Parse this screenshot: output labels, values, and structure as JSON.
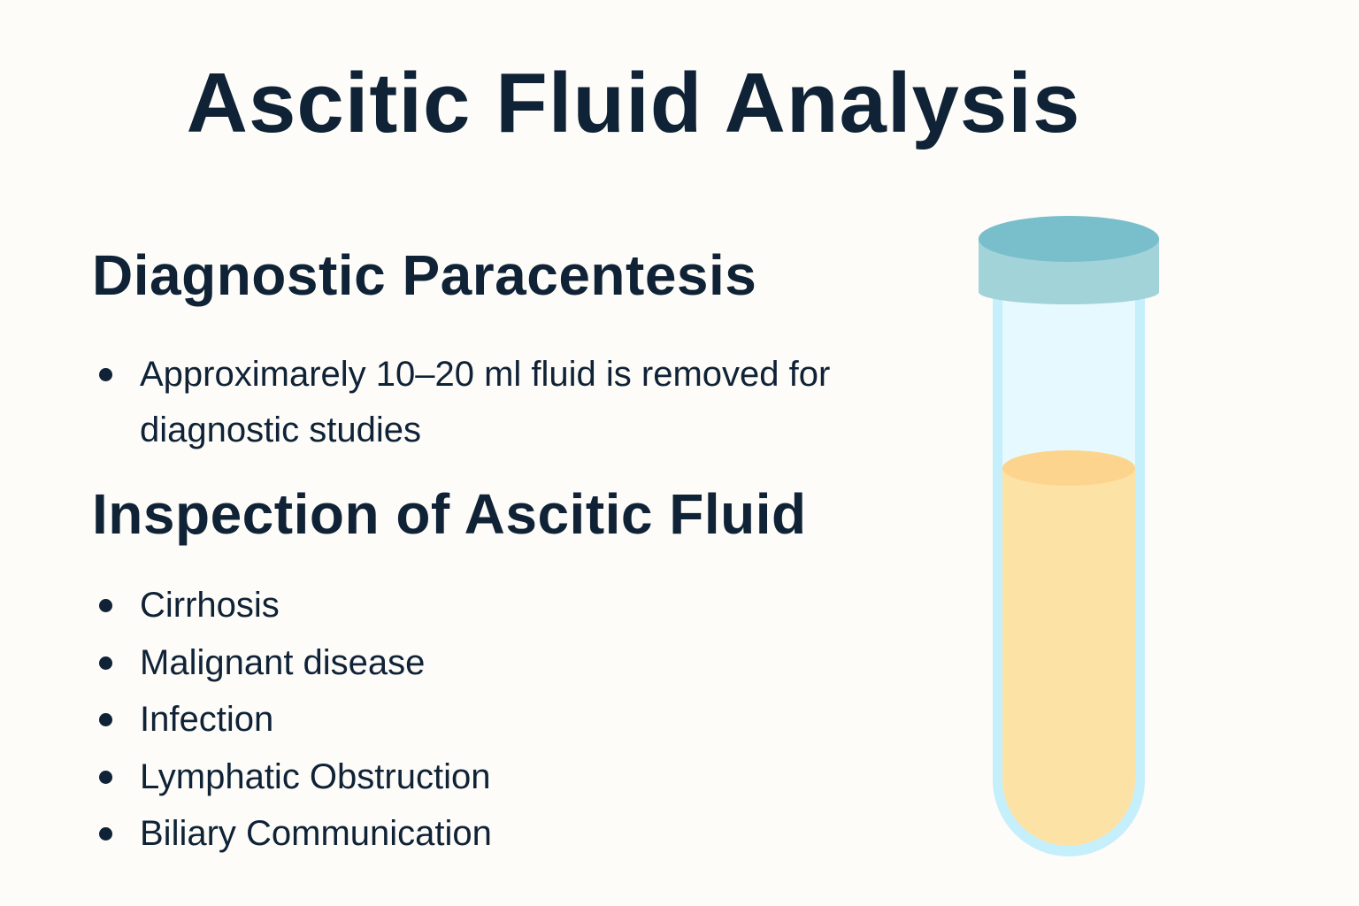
{
  "title": "Ascitic Fluid Analysis",
  "sections": [
    {
      "heading": "Diagnostic Paracentesis",
      "bullets": [
        "Approximarely 10–20 ml fluid is removed for diagnostic studies"
      ]
    },
    {
      "heading": "Inspection of Ascitic Fluid",
      "bullets": [
        "Cirrhosis",
        "Malignant disease",
        "Infection",
        "Lymphatic Obstruction",
        "Biliary Communication"
      ]
    }
  ],
  "illustration": {
    "name": "test-tube-with-ascitic-fluid",
    "colors": {
      "cap_top": "#79bfcb",
      "cap_side": "#a2d3d9",
      "glass": "#c6effc",
      "glass_inner": "#e6f9fe",
      "fluid": "#fde2a6",
      "fluid_surface": "#fdd48d"
    }
  },
  "colors": {
    "background": "#fdfcf8",
    "text": "#0f2236"
  }
}
